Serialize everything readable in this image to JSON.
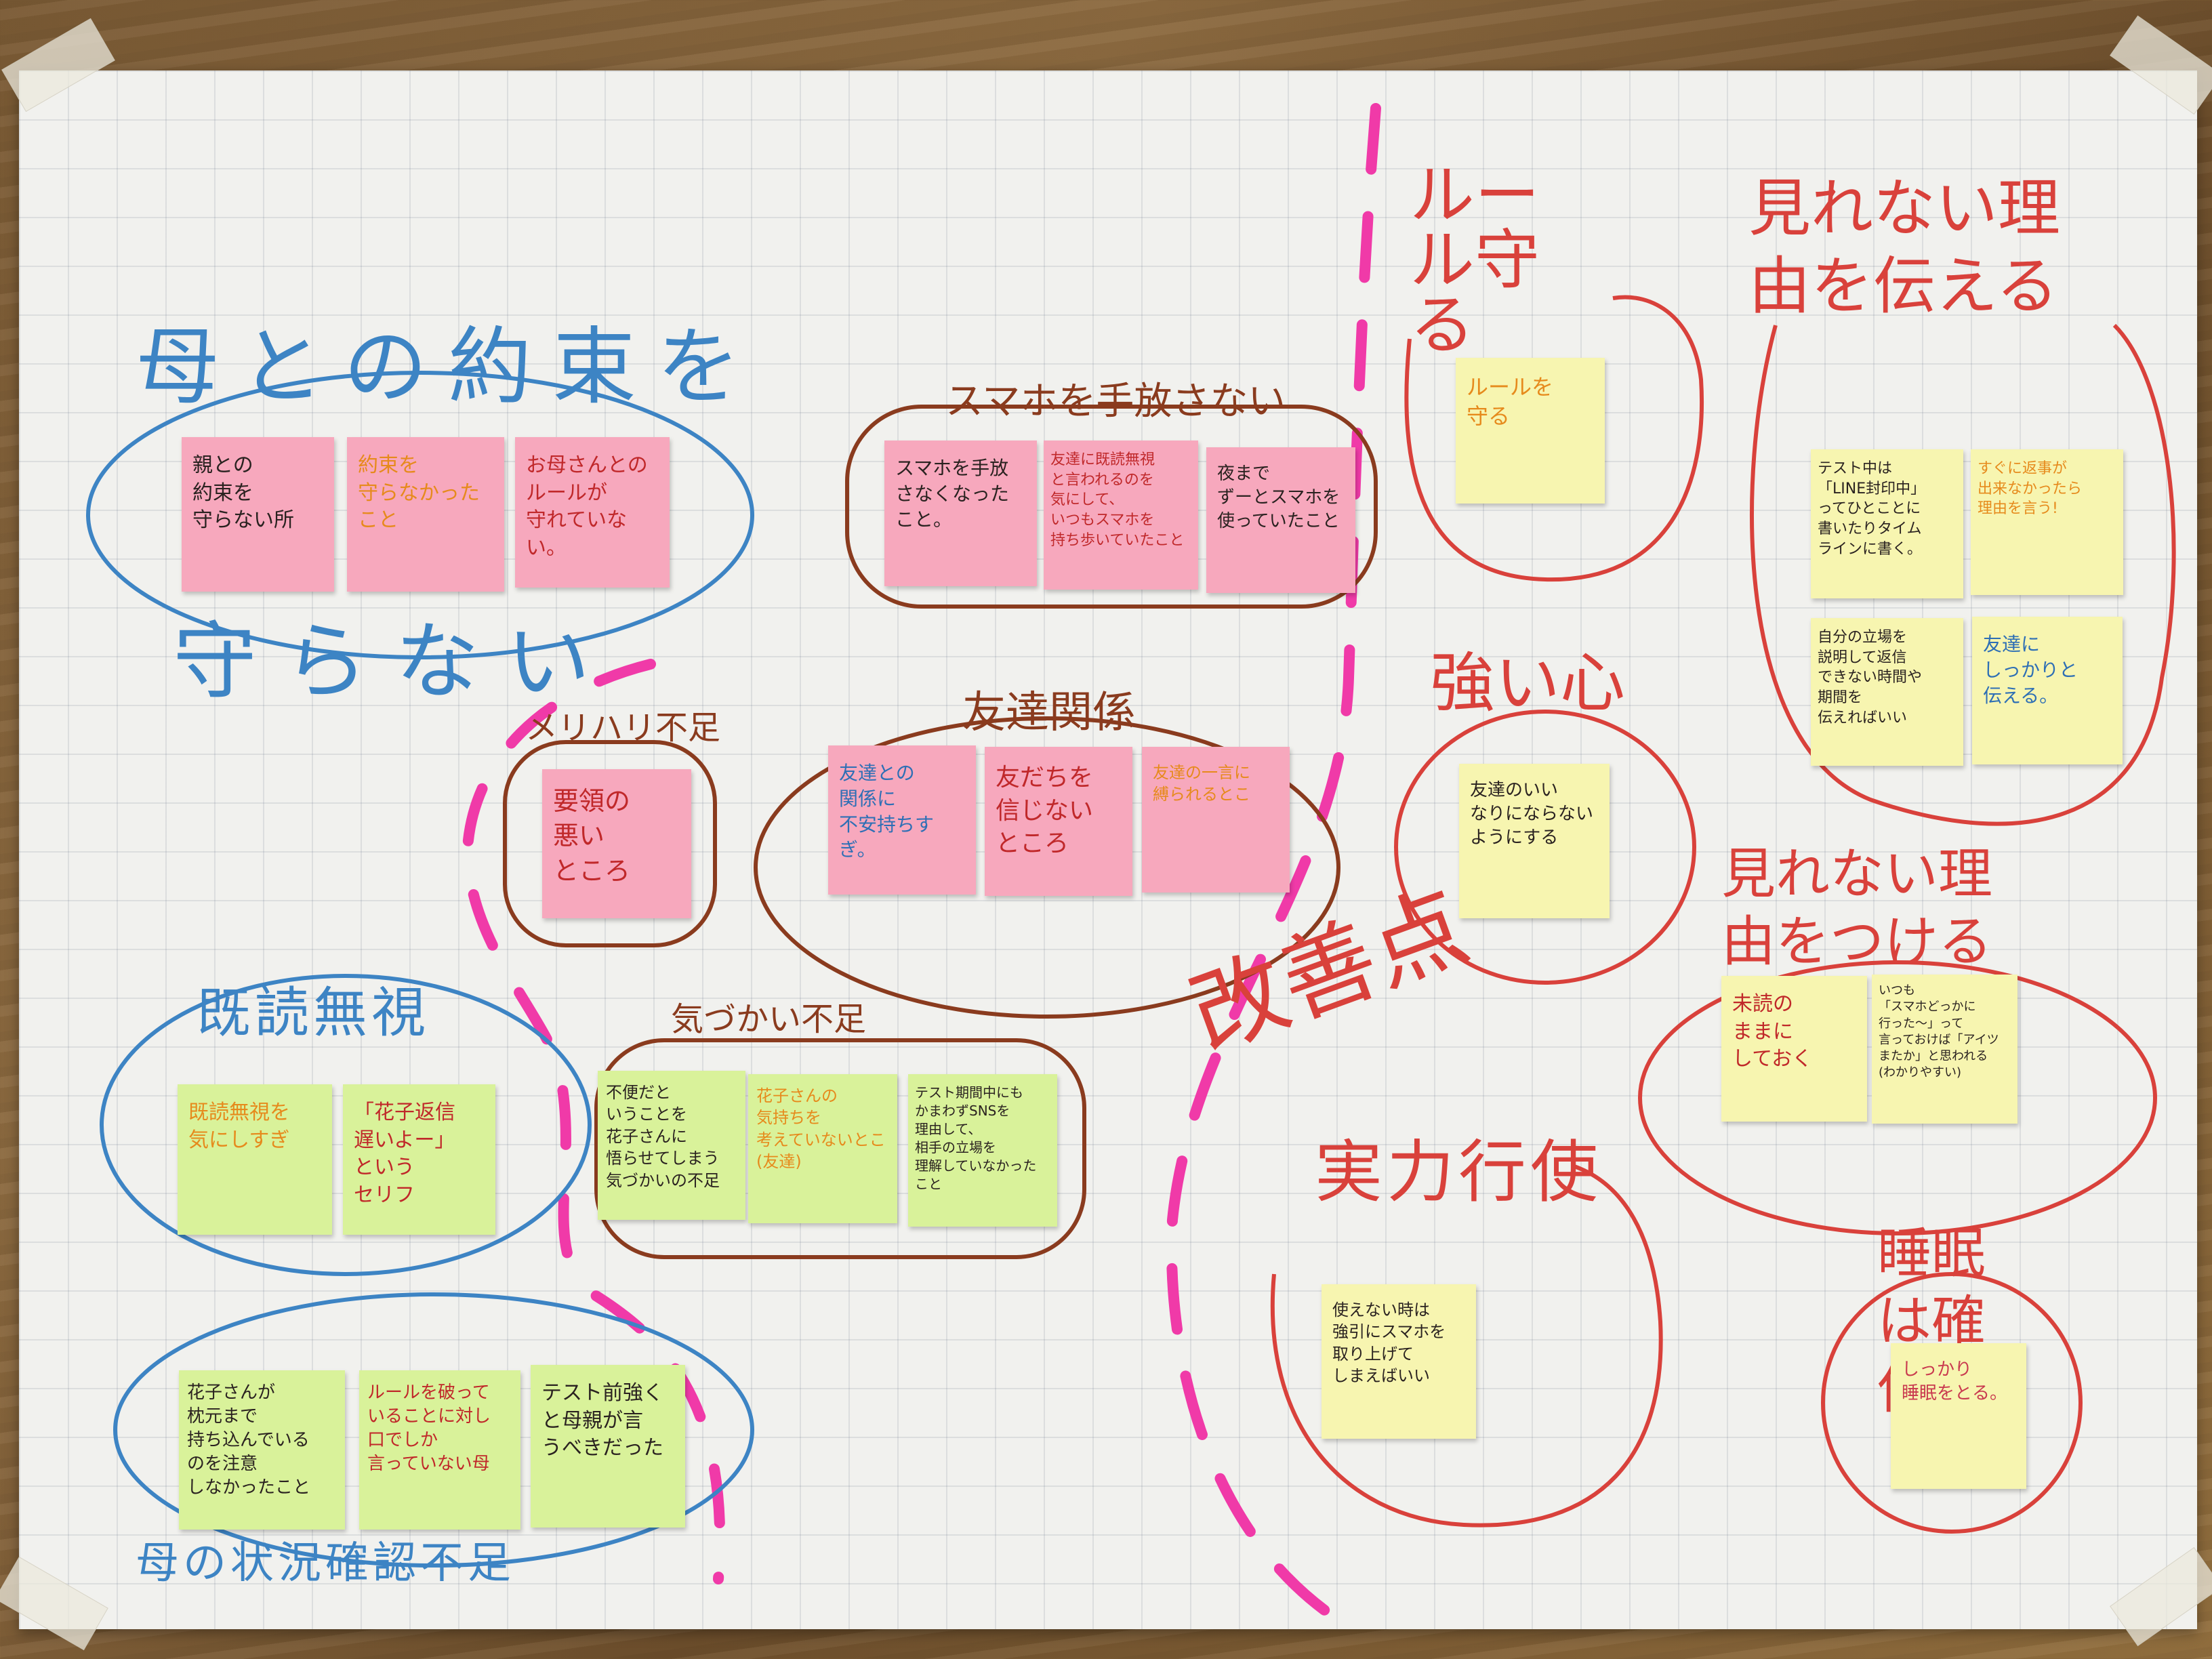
{
  "board": {
    "left_main_title": "母との約束を",
    "left_main_subtitle": "守らない",
    "group_meri": "メリハリ不足",
    "group_kidoku": "既読無視",
    "group_kizukai": "気づかい不足",
    "group_haha": "母の状況確認不足",
    "group_sumaho": "スマホを手放さない",
    "group_tomodachi": "友達関係",
    "improve_title": "改善点",
    "action_title": "実力行使",
    "rule_title": "ルール守る",
    "strong_title": "強い心",
    "reason_title_1": "見れない理由を伝える",
    "reason_title_2": "見れない理由をつける",
    "sleep_title": "睡眠は確保!"
  },
  "notes": {
    "n1": "親との\n約束を\n守らない所",
    "n2": "約束を\n守らなかったこと",
    "n3": "お母さんとの\nルールが\n守れていない。",
    "n4": "スマホを手放\nさなくなったこと。",
    "n5": "友達に既読無視\nと言われるのを\n気にして、\nいつもスマホを\n持ち歩いていたこと",
    "n6": "夜まで\nずーとスマホを\n使っていたこと",
    "n7": "要領の\n悪い\nところ",
    "n8": "友達との\n関係に\n不安持ちすぎ。",
    "n9": "友だちを\n信じない\nところ",
    "n10": "友達の一言に\n縛られるとこ",
    "n11": "既読無視を\n気にしすぎ",
    "n12": "「花子返信\n遅いよー」\nという\nセリフ",
    "n13": "不便だと\nいうことを\n花子さんに\n悟らせてしまう\n気づかいの不足",
    "n14": "花子さんの\n気持ちを\n考えていないとこ\n(友達)",
    "n15": "テスト期間中にも\nかまわずSNSを\n理由して、\n相手の立場を\n理解していなかった\nこと",
    "n16": "花子さんが\n枕元まで\n持ち込んでいる\nのを注意\nしなかったこと",
    "n17": "ルールを破って\nいることに対し\n口でしか\n言っていない母",
    "n18": "テスト前強く\nと母親が言\nうべきだった",
    "n19": "ルールを\n守る",
    "n20": "友達のいい\nなりにならない\nようにする",
    "n21": "使えない時は\n強引にスマホを\n取り上げて\nしまえばいい",
    "n22": "テスト中は\n「LINE封印中」\nってひとことに\n書いたりタイム\nラインに書く。",
    "n23": "すぐに返事が\n出来なかったら\n理由を言う!",
    "n24": "自分の立場を\n説明して返信\nできない時間や\n期間を\n伝えればいい",
    "n25": "友達に\nしっかりと\n伝える。",
    "n26": "未読の\nままに\nしておく",
    "n27": "いつも\n「スマホどっかに\n行った〜」って\n言っておけば「アイツ\nまたか」と思われる\n(わかりやすい)",
    "n28": "しっかり\n睡眠をとる。"
  },
  "colors": {
    "blue_marker": "#3d84c4",
    "red_marker": "#d9413b",
    "brown_marker": "#8a3b1e",
    "magenta_marker": "#f03aa8",
    "pink_note": "#f7a8bd",
    "green_note": "#d9f29a",
    "yellow_note": "#f7f5b0"
  }
}
